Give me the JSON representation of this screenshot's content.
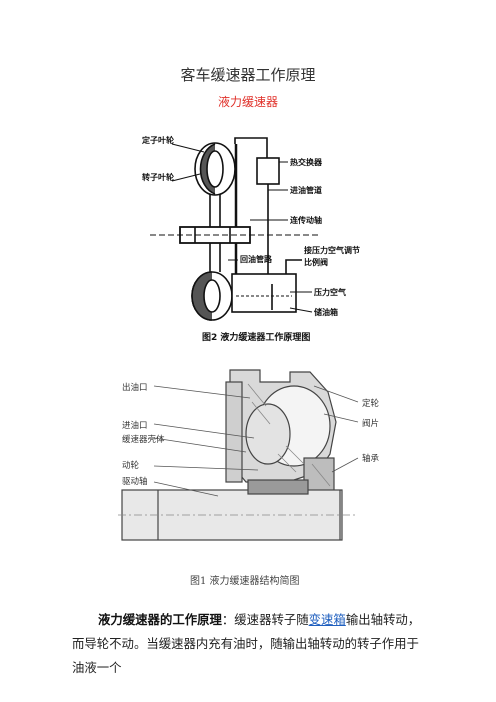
{
  "document": {
    "title": "客车缓速器工作原理",
    "subtitle": "液力缓速器"
  },
  "figure2": {
    "labels": {
      "stator": "定子叶轮",
      "rotor": "转子叶轮",
      "heat_exchanger": "热交换器",
      "inlet_pipe": "进油管道",
      "transmission_shaft": "连传动轴",
      "return_pipe": "回油管路",
      "pressure_valve_l1": "接压力空气调节",
      "pressure_valve_l2": "比例阀",
      "pressure_air": "压力空气",
      "oil_tank": "储油箱"
    },
    "caption": "图2  液力缓速器工作原理图"
  },
  "figure1": {
    "labels": {
      "oil_outlet": "出油口",
      "oil_inlet": "进油口",
      "housing": "缓速器壳体",
      "rotor_wheel": "动轮",
      "drive_shaft": "驱动轴",
      "stator_wheel": "定轮",
      "vane": "阀片",
      "bearing": "轴承"
    },
    "caption": "图1  液力缓速器结构简图"
  },
  "body": {
    "lead": "液力缓速器的工作原理",
    "text_before_link": "：缓速器转子随",
    "link_text": "变速箱",
    "text_after_link": "输出轴转动，而导轮不动。当缓速器内充有油时，随输出轴转动的转子作用于油液一个"
  }
}
